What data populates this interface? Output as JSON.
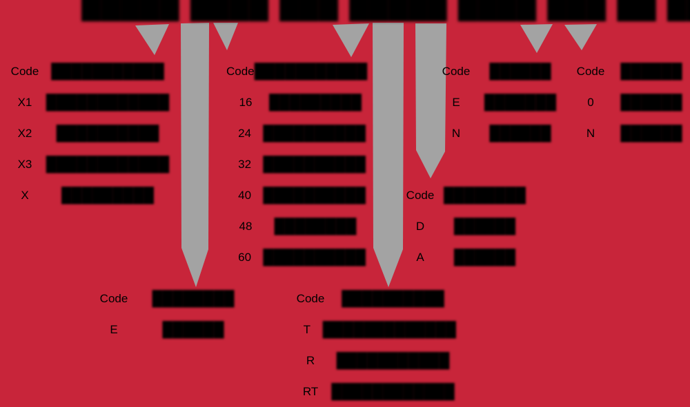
{
  "colors": {
    "background": "#C8253A",
    "arrow": "#A3A3A3",
    "text": "#000000"
  },
  "title_code": {
    "segments": [
      "█████",
      "████",
      "███",
      "█████",
      "████",
      "███",
      "██",
      "██"
    ]
  },
  "tables": {
    "flange": {
      "header": {
        "code": "Code",
        "label": "███████████"
      },
      "rows": [
        {
          "code": "X1",
          "label": "████████████"
        },
        {
          "code": "X2",
          "label": "██████████"
        },
        {
          "code": "X3",
          "label": "████████████"
        },
        {
          "code": "X",
          "label": "█████████"
        }
      ]
    },
    "number": {
      "header": {
        "code": "Code",
        "label": "███████████"
      },
      "rows": [
        {
          "code": "16",
          "label": "█████████"
        },
        {
          "code": "24",
          "label": "██████████"
        },
        {
          "code": "32",
          "label": "██████████"
        },
        {
          "code": "40",
          "label": "██████████"
        },
        {
          "code": "48",
          "label": "████████"
        },
        {
          "code": "60",
          "label": "██████████"
        }
      ]
    },
    "mode_a": {
      "header": {
        "code": "Code",
        "label": "██████"
      },
      "rows": [
        {
          "code": "E",
          "label": "███████"
        },
        {
          "code": "N",
          "label": "██████"
        }
      ]
    },
    "mode_b": {
      "header": {
        "code": "Code",
        "label": "██████"
      },
      "rows": [
        {
          "code": "0",
          "label": "██████"
        },
        {
          "code": "N",
          "label": "██████"
        }
      ]
    },
    "power": {
      "header": {
        "code": "Code",
        "label": "████████"
      },
      "rows": [
        {
          "code": "D",
          "label": "██████"
        },
        {
          "code": "A",
          "label": "██████"
        }
      ]
    },
    "trade": {
      "header": {
        "code": "Code",
        "label": "████████"
      },
      "rows": [
        {
          "code": "E",
          "label": "██████"
        }
      ]
    },
    "output": {
      "header": {
        "code": "Code",
        "label": "██████████"
      },
      "rows": [
        {
          "code": "T",
          "label": "█████████████"
        },
        {
          "code": "R",
          "label": "███████████"
        },
        {
          "code": "RT",
          "label": "████████████"
        }
      ]
    }
  }
}
